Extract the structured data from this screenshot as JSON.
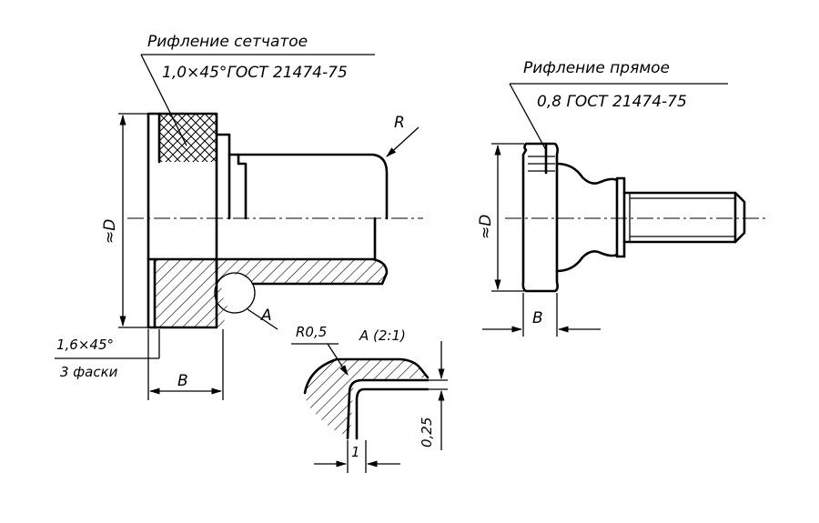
{
  "left_view": {
    "knurl_callout_line1": "Рифление сетчатое",
    "knurl_callout_line2": "1,0×45°ГОСТ 21474-75",
    "radius_label": "R",
    "diameter_label": "≈D",
    "width_label": "B",
    "chamfer_label_line1": "1,6×45°",
    "chamfer_label_line2": "3 фаски",
    "detail_ref_label": "A"
  },
  "detail_view": {
    "title": "A (2:1)",
    "radius_label": "R0,5",
    "height_label": "0,25",
    "width_label": "1"
  },
  "right_view": {
    "knurl_callout_line1": "Рифление прямое",
    "knurl_callout_line2": "0,8 ГОСТ 21474-75",
    "diameter_label": "≈D",
    "width_label": "B"
  }
}
